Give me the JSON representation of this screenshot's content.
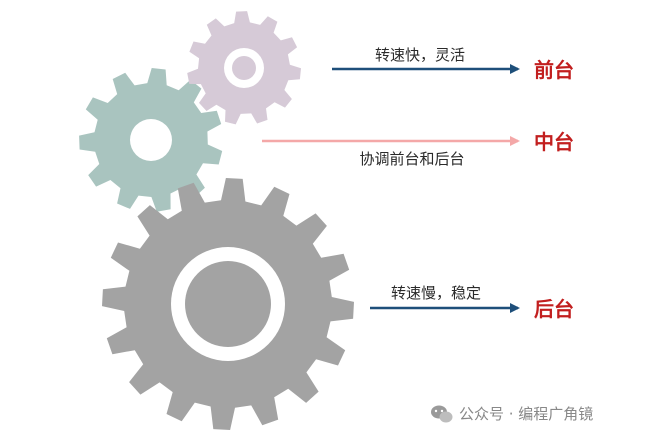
{
  "diagram": {
    "gears": [
      {
        "id": "small",
        "color": "#d6cad7",
        "layer": "front-office"
      },
      {
        "id": "medium",
        "color": "#a9c4bf",
        "layer": "middle-office"
      },
      {
        "id": "large",
        "color": "#a3a3a3",
        "layer": "back-office"
      }
    ],
    "arrows": [
      {
        "label": "转速快，灵活",
        "target": "前台",
        "line_color": "#1e4f7a",
        "target_color": "#c21f1f"
      },
      {
        "label": "协调前台和后台",
        "target": "中台",
        "line_color": "#f4a8a8",
        "target_color": "#c21f1f"
      },
      {
        "label": "转速慢，稳定",
        "target": "后台",
        "line_color": "#1e4f7a",
        "target_color": "#c21f1f"
      }
    ]
  },
  "watermark": {
    "icon": "wechat-icon",
    "text": "公众号 · 编程广角镜"
  }
}
